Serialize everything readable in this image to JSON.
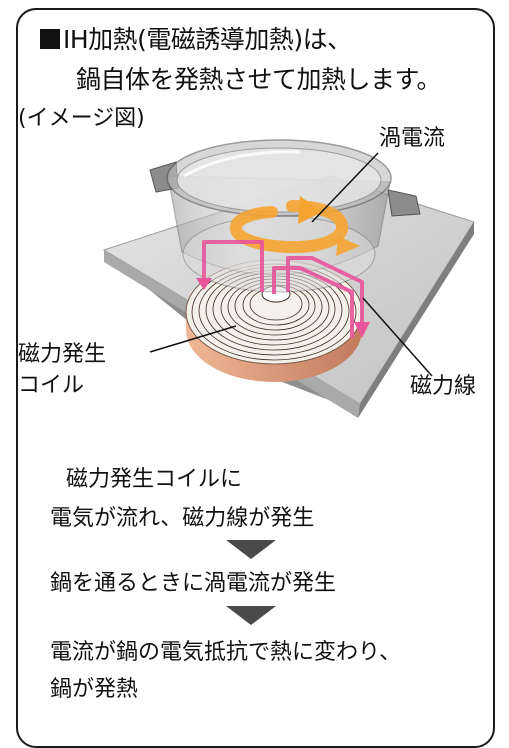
{
  "heading": {
    "line1": "IH加熱(電磁誘導加熱)は、",
    "line2": "鍋自体を発熱させて加熱します。"
  },
  "caption": "(イメージ図)",
  "labels": {
    "eddy_current": "渦電流",
    "coil_line1": "磁力発生",
    "coil_line2": "コイル",
    "magnetic_lines": "磁力線"
  },
  "steps": {
    "step1_line1": "磁力発生コイルに",
    "step1_line2": "電気が流れ、磁力線が発生",
    "step2": "鍋を通るときに渦電流が発生",
    "step3_line1": "電流が鍋の電気抵抗で熱に変わり、",
    "step3_line2": "鍋が発熱"
  },
  "colors": {
    "magnetic_line": "#e8559b",
    "eddy_current": "#f5a432",
    "coil": "#d9967a",
    "plate": "#c8c8c8",
    "arrow": "#4a4a4a"
  }
}
